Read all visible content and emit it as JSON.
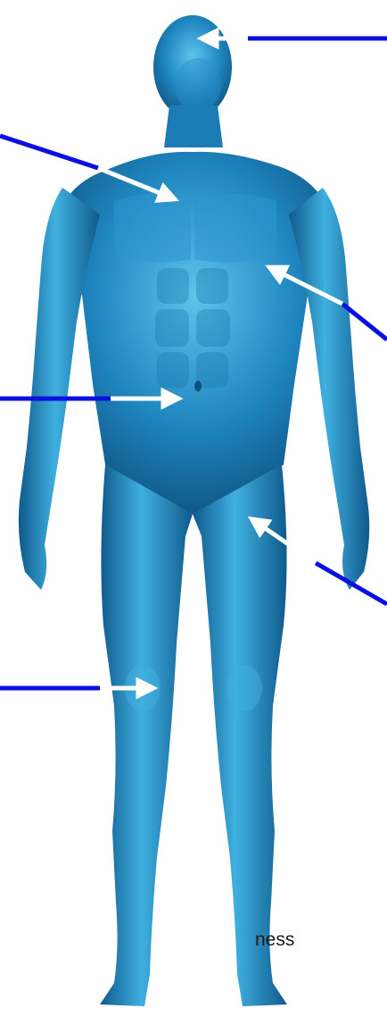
{
  "figure": {
    "subject": "human-body-anatomy-figure",
    "caption_fragment": "ness",
    "colors": {
      "background": "#ffffff",
      "body_dark": "#0d4f7d",
      "body_mid": "#1f86bf",
      "body_light": "#5fc4ec",
      "leader_line": "#0b10e0",
      "arrow": "#ffffff",
      "caption_text": "#1a1a1a"
    },
    "pointers": [
      {
        "name": "head-pointer",
        "target": "head",
        "arrow_icon": "arrow-left-icon"
      },
      {
        "name": "chest-pointer",
        "target": "chest",
        "arrow_icon": "arrow-down-right-icon"
      },
      {
        "name": "left-chest-pointer",
        "target": "pectoral",
        "arrow_icon": "arrow-up-left-icon"
      },
      {
        "name": "abdomen-pointer",
        "target": "abdomen",
        "arrow_icon": "arrow-right-icon"
      },
      {
        "name": "thigh-pointer",
        "target": "thigh",
        "arrow_icon": "arrow-up-left-icon"
      },
      {
        "name": "knee-pointer",
        "target": "knee",
        "arrow_icon": "arrow-right-icon"
      }
    ]
  }
}
